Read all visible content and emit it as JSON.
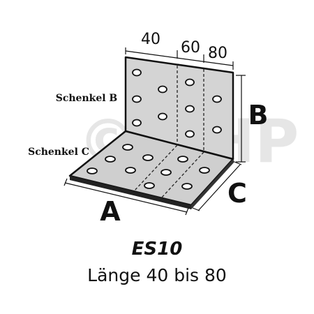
{
  "watermark": "© BHP",
  "dimensions": {
    "widths": [
      "40",
      "60",
      "80"
    ],
    "label_a": "A",
    "label_b": "B",
    "label_c": "C"
  },
  "legs": {
    "leg_b": "Schenkel B",
    "leg_c": "Schenkel C"
  },
  "caption": {
    "model": "ES10",
    "length_text": "Länge 40 bis 80"
  }
}
